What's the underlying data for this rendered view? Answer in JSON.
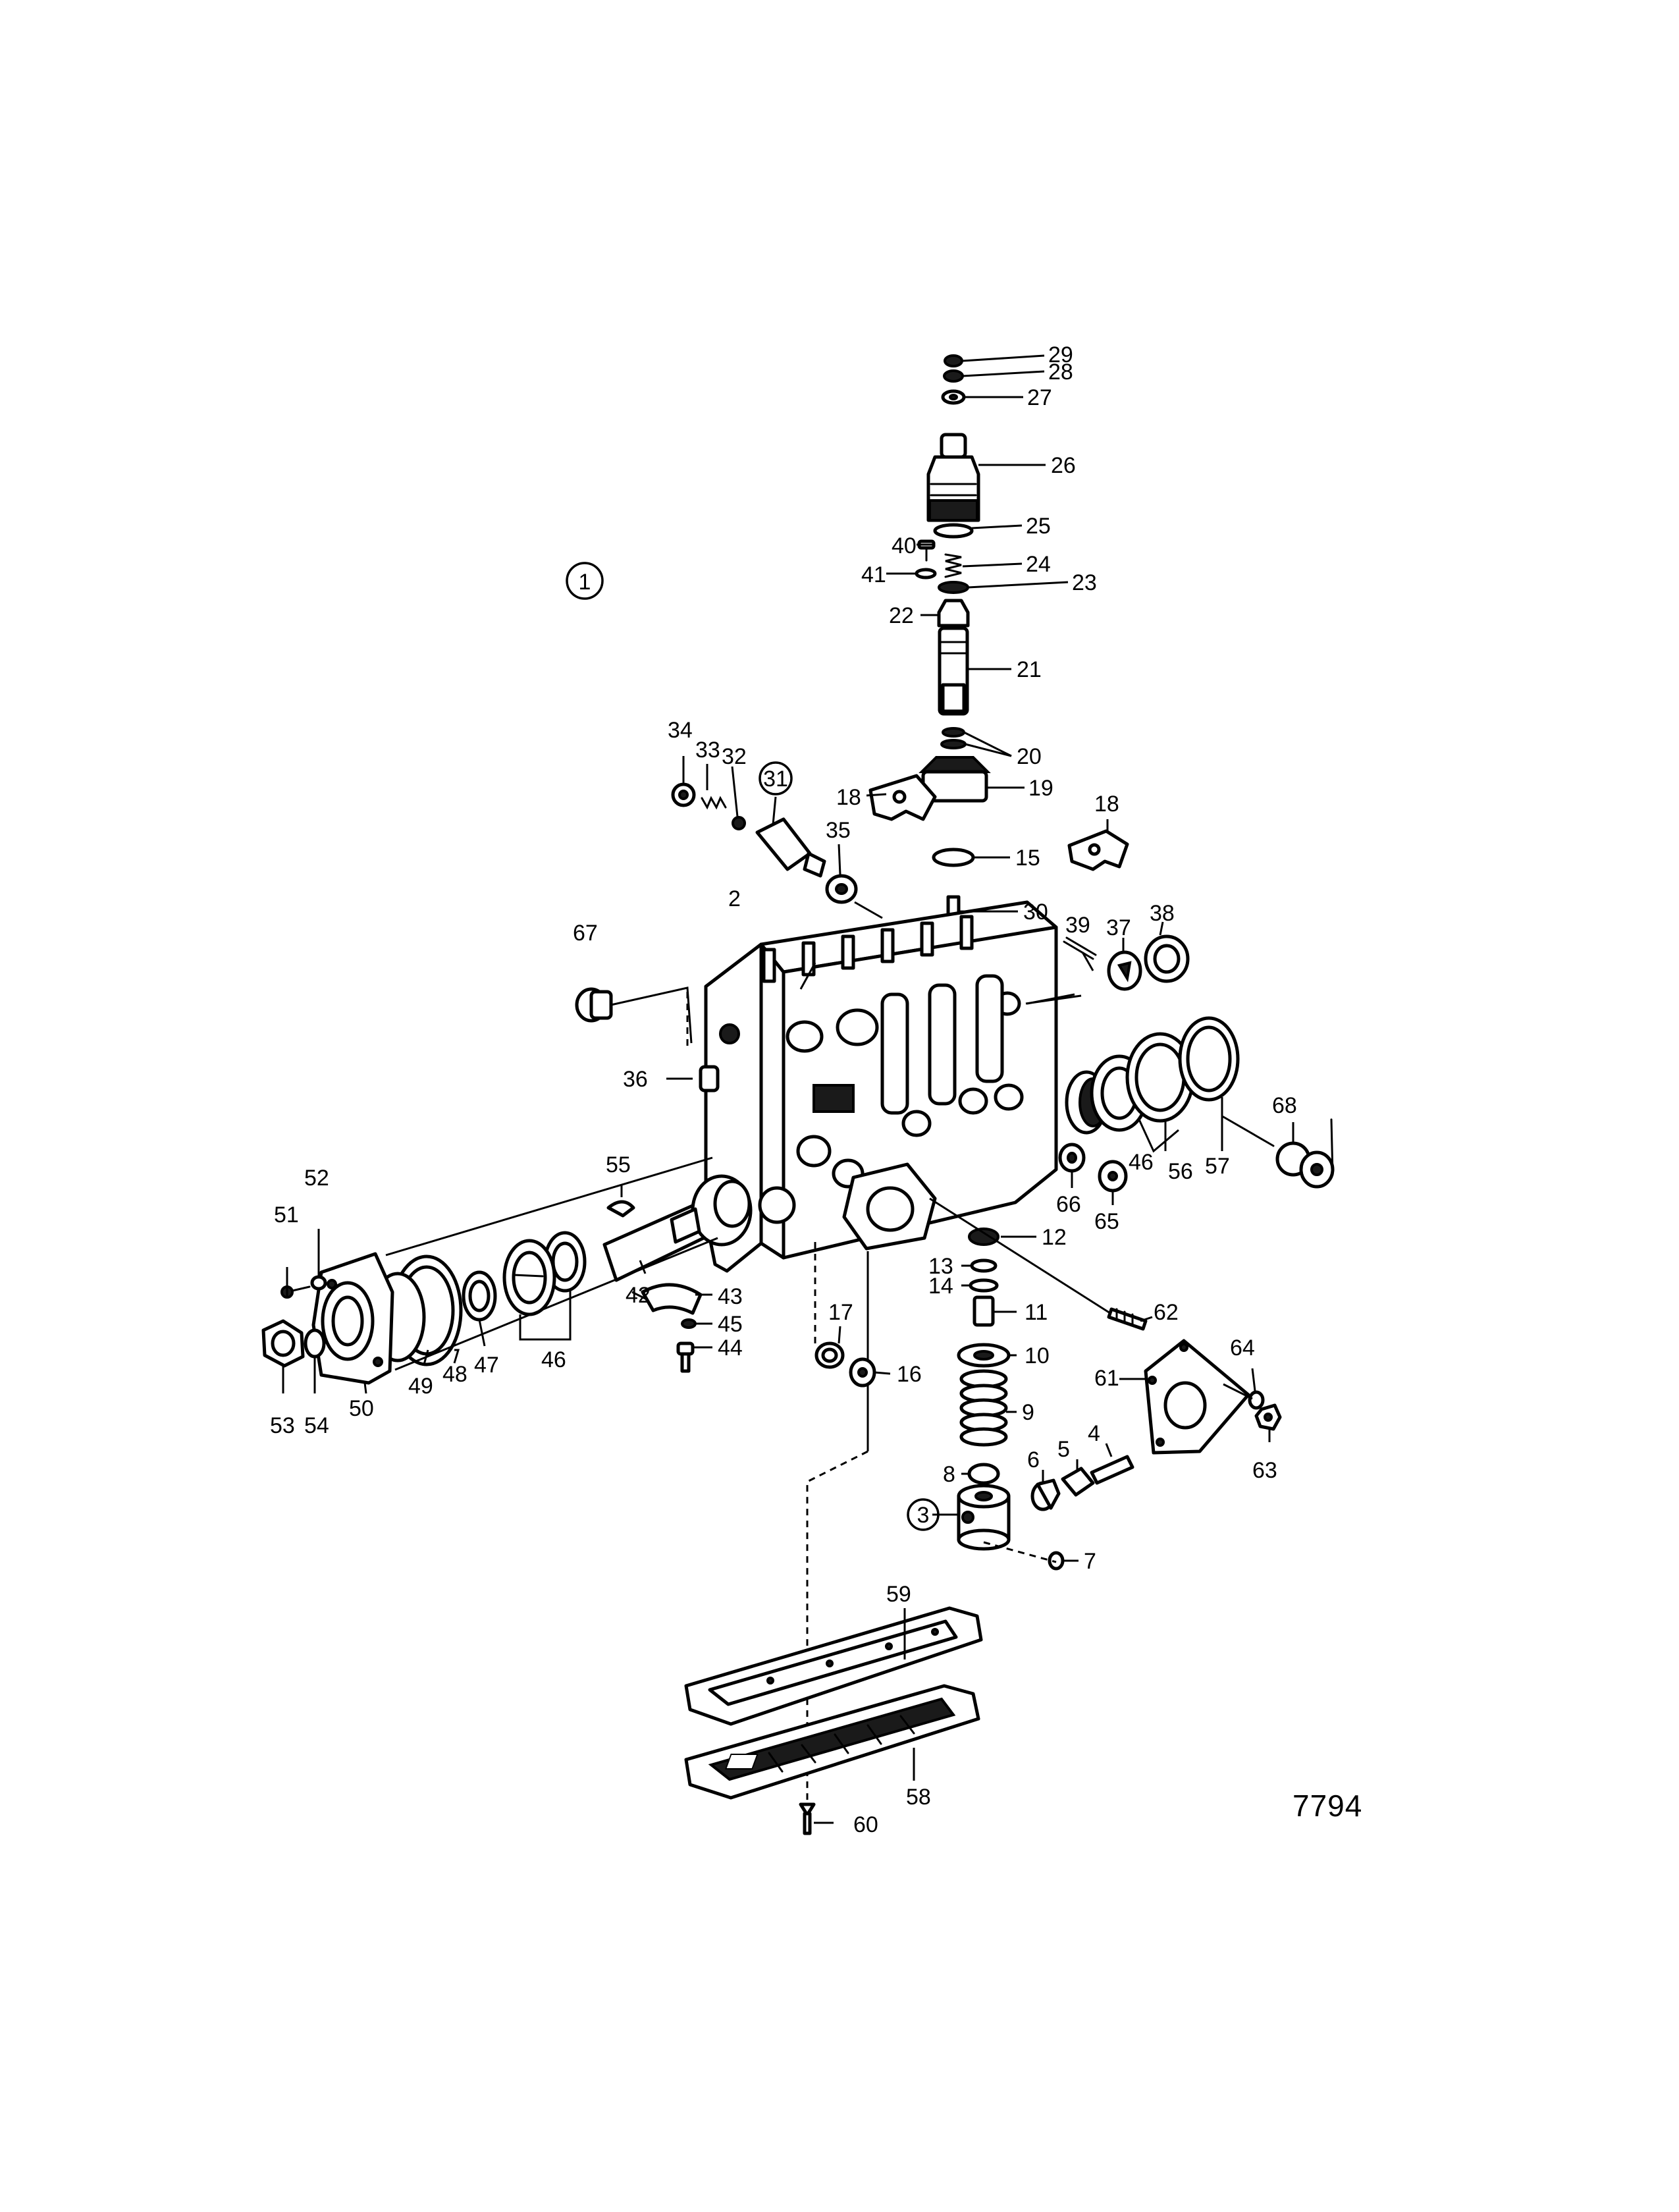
{
  "figure_marker": "1",
  "drawing_number": "7794",
  "callouts": [
    {
      "id": "c1",
      "label": "1",
      "circled": true
    },
    {
      "id": "c2",
      "label": "2"
    },
    {
      "id": "c3",
      "label": "3",
      "circled": true
    },
    {
      "id": "c4",
      "label": "4"
    },
    {
      "id": "c5",
      "label": "5"
    },
    {
      "id": "c6",
      "label": "6"
    },
    {
      "id": "c7",
      "label": "7"
    },
    {
      "id": "c8",
      "label": "8"
    },
    {
      "id": "c9",
      "label": "9"
    },
    {
      "id": "c10",
      "label": "10"
    },
    {
      "id": "c11",
      "label": "11"
    },
    {
      "id": "c12",
      "label": "12"
    },
    {
      "id": "c13",
      "label": "13"
    },
    {
      "id": "c14",
      "label": "14"
    },
    {
      "id": "c15",
      "label": "15"
    },
    {
      "id": "c16",
      "label": "16"
    },
    {
      "id": "c17",
      "label": "17"
    },
    {
      "id": "c18a",
      "label": "18"
    },
    {
      "id": "c18b",
      "label": "18"
    },
    {
      "id": "c19",
      "label": "19"
    },
    {
      "id": "c20",
      "label": "20"
    },
    {
      "id": "c21",
      "label": "21"
    },
    {
      "id": "c22",
      "label": "22"
    },
    {
      "id": "c23",
      "label": "23"
    },
    {
      "id": "c24",
      "label": "24"
    },
    {
      "id": "c25",
      "label": "25"
    },
    {
      "id": "c26",
      "label": "26"
    },
    {
      "id": "c27",
      "label": "27"
    },
    {
      "id": "c28",
      "label": "28"
    },
    {
      "id": "c29",
      "label": "29"
    },
    {
      "id": "c30",
      "label": "30"
    },
    {
      "id": "c31",
      "label": "31",
      "circled": true
    },
    {
      "id": "c32",
      "label": "32"
    },
    {
      "id": "c33",
      "label": "33"
    },
    {
      "id": "c34",
      "label": "34"
    },
    {
      "id": "c35",
      "label": "35"
    },
    {
      "id": "c36",
      "label": "36"
    },
    {
      "id": "c37",
      "label": "37"
    },
    {
      "id": "c38",
      "label": "38"
    },
    {
      "id": "c39",
      "label": "39"
    },
    {
      "id": "c40",
      "label": "40"
    },
    {
      "id": "c41",
      "label": "41"
    },
    {
      "id": "c42",
      "label": "42"
    },
    {
      "id": "c43",
      "label": "43"
    },
    {
      "id": "c44",
      "label": "44"
    },
    {
      "id": "c45",
      "label": "45"
    },
    {
      "id": "c46a",
      "label": "46"
    },
    {
      "id": "c46b",
      "label": "46"
    },
    {
      "id": "c47",
      "label": "47"
    },
    {
      "id": "c48",
      "label": "48"
    },
    {
      "id": "c49",
      "label": "49"
    },
    {
      "id": "c50",
      "label": "50"
    },
    {
      "id": "c51",
      "label": "51"
    },
    {
      "id": "c52",
      "label": "52"
    },
    {
      "id": "c53",
      "label": "53"
    },
    {
      "id": "c54",
      "label": "54"
    },
    {
      "id": "c55",
      "label": "55"
    },
    {
      "id": "c56",
      "label": "56"
    },
    {
      "id": "c57",
      "label": "57"
    },
    {
      "id": "c58",
      "label": "58"
    },
    {
      "id": "c59",
      "label": "59"
    },
    {
      "id": "c60",
      "label": "60"
    },
    {
      "id": "c61",
      "label": "61"
    },
    {
      "id": "c62",
      "label": "62"
    },
    {
      "id": "c63",
      "label": "63"
    },
    {
      "id": "c64",
      "label": "64"
    },
    {
      "id": "c65",
      "label": "65"
    },
    {
      "id": "c66",
      "label": "66"
    },
    {
      "id": "c67",
      "label": "67"
    },
    {
      "id": "c68",
      "label": "68"
    }
  ]
}
